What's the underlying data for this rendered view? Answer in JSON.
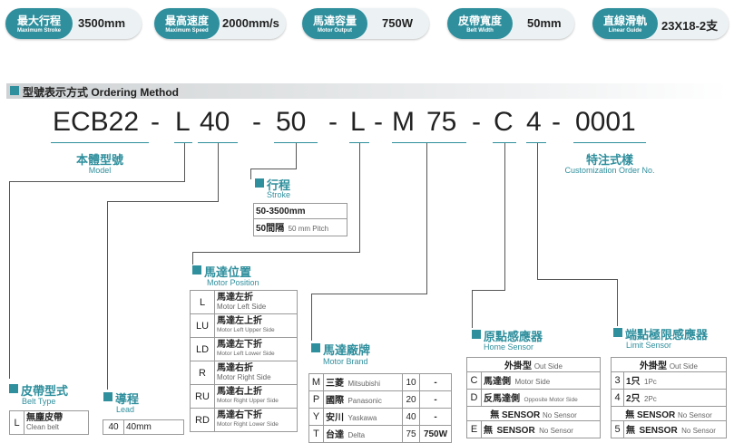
{
  "specs": [
    {
      "cn": "最大行程",
      "en": "Maximum Stroke",
      "value": "3500mm"
    },
    {
      "cn": "最高速度",
      "en": "Maximum Speed",
      "value": "2000mm/s"
    },
    {
      "cn": "馬達容量",
      "en": "Motor Output",
      "value": "750W"
    },
    {
      "cn": "皮帶寬度",
      "en": "Belt Width",
      "value": "50mm"
    },
    {
      "cn": "直線滑軌",
      "en": "Linear Guide",
      "value": "23X18-2支"
    }
  ],
  "section_title": "型號表示方式 Ordering Method",
  "code": {
    "model": "ECB22",
    "dash": "-",
    "belt": "L",
    "lead": "40",
    "stroke": "50",
    "motor_pos": "L",
    "motor_brand": "M",
    "motor_out": "75",
    "home": "C",
    "limit": "4",
    "custom": "0001"
  },
  "labels": {
    "model": {
      "cn": "本體型號",
      "en": "Model"
    },
    "custom": {
      "cn": "特注式樣",
      "en": "Customization Order No."
    },
    "stroke": {
      "cn": "行程",
      "en": "Stroke"
    },
    "motor_pos": {
      "cn": "馬達位置",
      "en": "Motor Position"
    },
    "motor_brand": {
      "cn": "馬達廠牌",
      "en": "Motor Brand"
    },
    "home": {
      "cn": "原點感應器",
      "en": "Home Sensor"
    },
    "limit": {
      "cn": "端點極限感應器",
      "en": "Limit Sensor"
    },
    "belt": {
      "cn": "皮帶型式",
      "en": "Belt Type"
    },
    "lead": {
      "cn": "導程",
      "en": "Lead"
    }
  },
  "stroke_table": {
    "range": "50-3500mm",
    "pitch_cn": "50間隔",
    "pitch_en": "50 mm Pitch"
  },
  "motor_pos_table": [
    {
      "code": "L",
      "cn": "馬達左折",
      "en": "Motor Left Side"
    },
    {
      "code": "LU",
      "cn": "馬達左上折",
      "en": "Motor Left Upper Side"
    },
    {
      "code": "LD",
      "cn": "馬達左下折",
      "en": "Motor Left Lower Side"
    },
    {
      "code": "R",
      "cn": "馬達右折",
      "en": "Motor Right Side"
    },
    {
      "code": "RU",
      "cn": "馬達右上折",
      "en": "Motor Right Upper Side"
    },
    {
      "code": "RD",
      "cn": "馬達右下折",
      "en": "Motor Right Lower Side"
    }
  ],
  "motor_brand_table": [
    {
      "code": "M",
      "cn": "三菱",
      "en": "Mitsubishi",
      "num": "10",
      "val": "-"
    },
    {
      "code": "P",
      "cn": "國際",
      "en": "Panasonic",
      "num": "20",
      "val": "-"
    },
    {
      "code": "Y",
      "cn": "安川",
      "en": "Yaskawa",
      "num": "40",
      "val": "-"
    },
    {
      "code": "T",
      "cn": "台達",
      "en": "Delta",
      "num": "75",
      "val": "750W"
    }
  ],
  "home_table": {
    "header": {
      "cn": "外掛型",
      "en": "Out Side"
    },
    "rows": [
      {
        "code": "C",
        "cn": "馬達側",
        "en": "Motor Side"
      },
      {
        "code": "D",
        "cn": "反馬達側",
        "en": "Opposite Motor Side"
      }
    ],
    "none": {
      "cn": "無",
      "sensor": "SENSOR",
      "en": "No Sensor"
    },
    "none_row": {
      "code": "E",
      "cn": "無",
      "sensor": "SENSOR",
      "en": "No Sensor"
    }
  },
  "limit_table": {
    "header": {
      "cn": "外掛型",
      "en": "Out Side"
    },
    "rows": [
      {
        "code": "3",
        "cn": "1只",
        "en": "1Pc"
      },
      {
        "code": "4",
        "cn": "2只",
        "en": "2Pc"
      }
    ],
    "none": {
      "cn": "無",
      "sensor": "SENSOR",
      "en": "No Sensor"
    },
    "none_row": {
      "code": "5",
      "cn": "無",
      "sensor": "SENSOR",
      "en": "No Sensor"
    }
  },
  "belt_table": [
    {
      "code": "L",
      "cn": "無塵皮帶",
      "en": "Clean belt"
    }
  ],
  "lead_table": [
    {
      "code": "40",
      "val": "40mm"
    }
  ],
  "colors": {
    "accent": "#2f8f9d",
    "badge_bg": "#ecf2f4",
    "text": "#222222"
  }
}
